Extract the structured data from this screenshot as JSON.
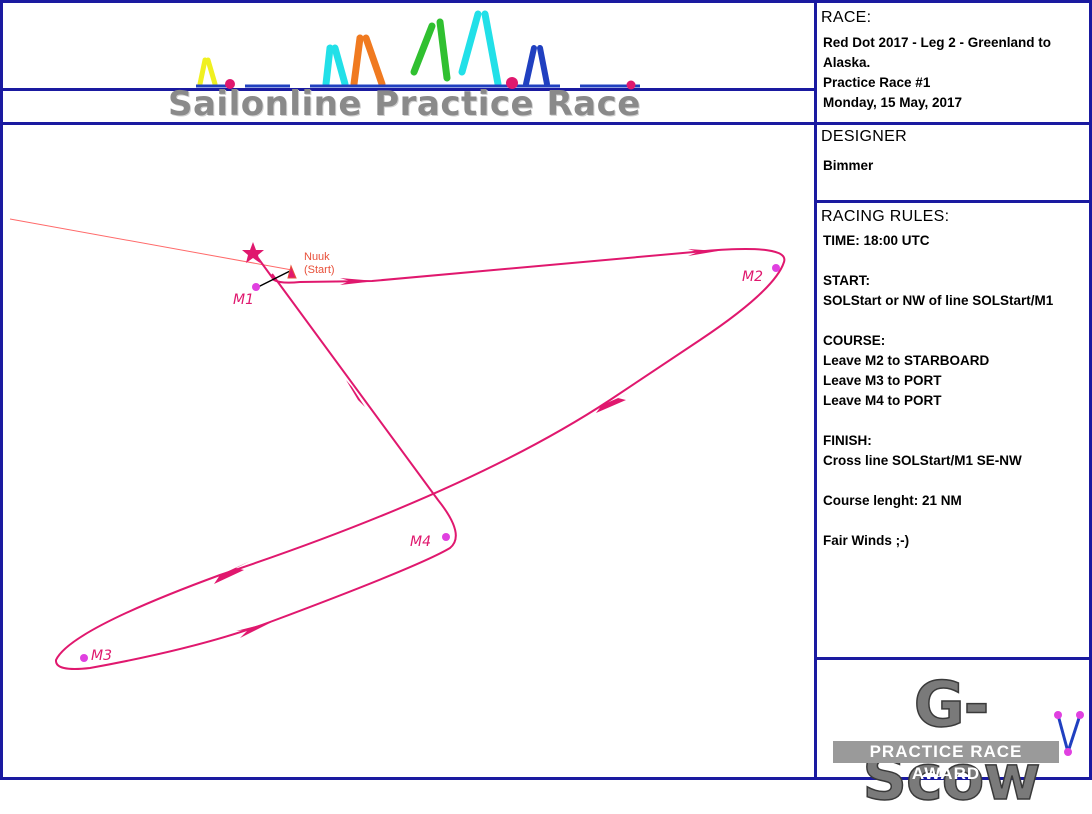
{
  "banner": {
    "title": "Sailonline Practice Race"
  },
  "race": {
    "heading": "RACE:",
    "lines": [
      "Red Dot 2017 - Leg 2 - Greenland to",
      "Alaska.",
      "Practice Race #1",
      "Monday, 15 May, 2017"
    ]
  },
  "designer": {
    "heading": "DESIGNER",
    "name": "Bimmer"
  },
  "rules": {
    "heading": "RACING RULES:",
    "time": "TIME: 18:00 UTC",
    "start_heading": "START:",
    "start_text": "SOLStart or NW of line SOLStart/M1",
    "course_heading": "COURSE:",
    "course_lines": [
      "Leave M2 to STARBOARD",
      "Leave M3 to PORT",
      "Leave M4 to PORT"
    ],
    "finish_heading": "FINISH:",
    "finish_text": "Cross line SOLStart/M1 SE-NW",
    "length": "Course lenght: 21 NM",
    "farewell": "Fair Winds ;-)"
  },
  "map": {
    "start_name": "Nuuk",
    "start_sub": "(Start)",
    "marks": [
      {
        "label": "M1",
        "name": "mark-m1"
      },
      {
        "label": "M2",
        "name": "mark-m2"
      },
      {
        "label": "M3",
        "name": "mark-m3"
      },
      {
        "label": "M4",
        "name": "mark-m4"
      }
    ]
  },
  "logo": {
    "main": "G-Scow",
    "sub": "PRACTICE RACE AWARD"
  },
  "colors": {
    "border": "#1a1aa0",
    "course": "#e0186e",
    "mark": "#e040e0",
    "rhumb": "#ff6a6a"
  }
}
